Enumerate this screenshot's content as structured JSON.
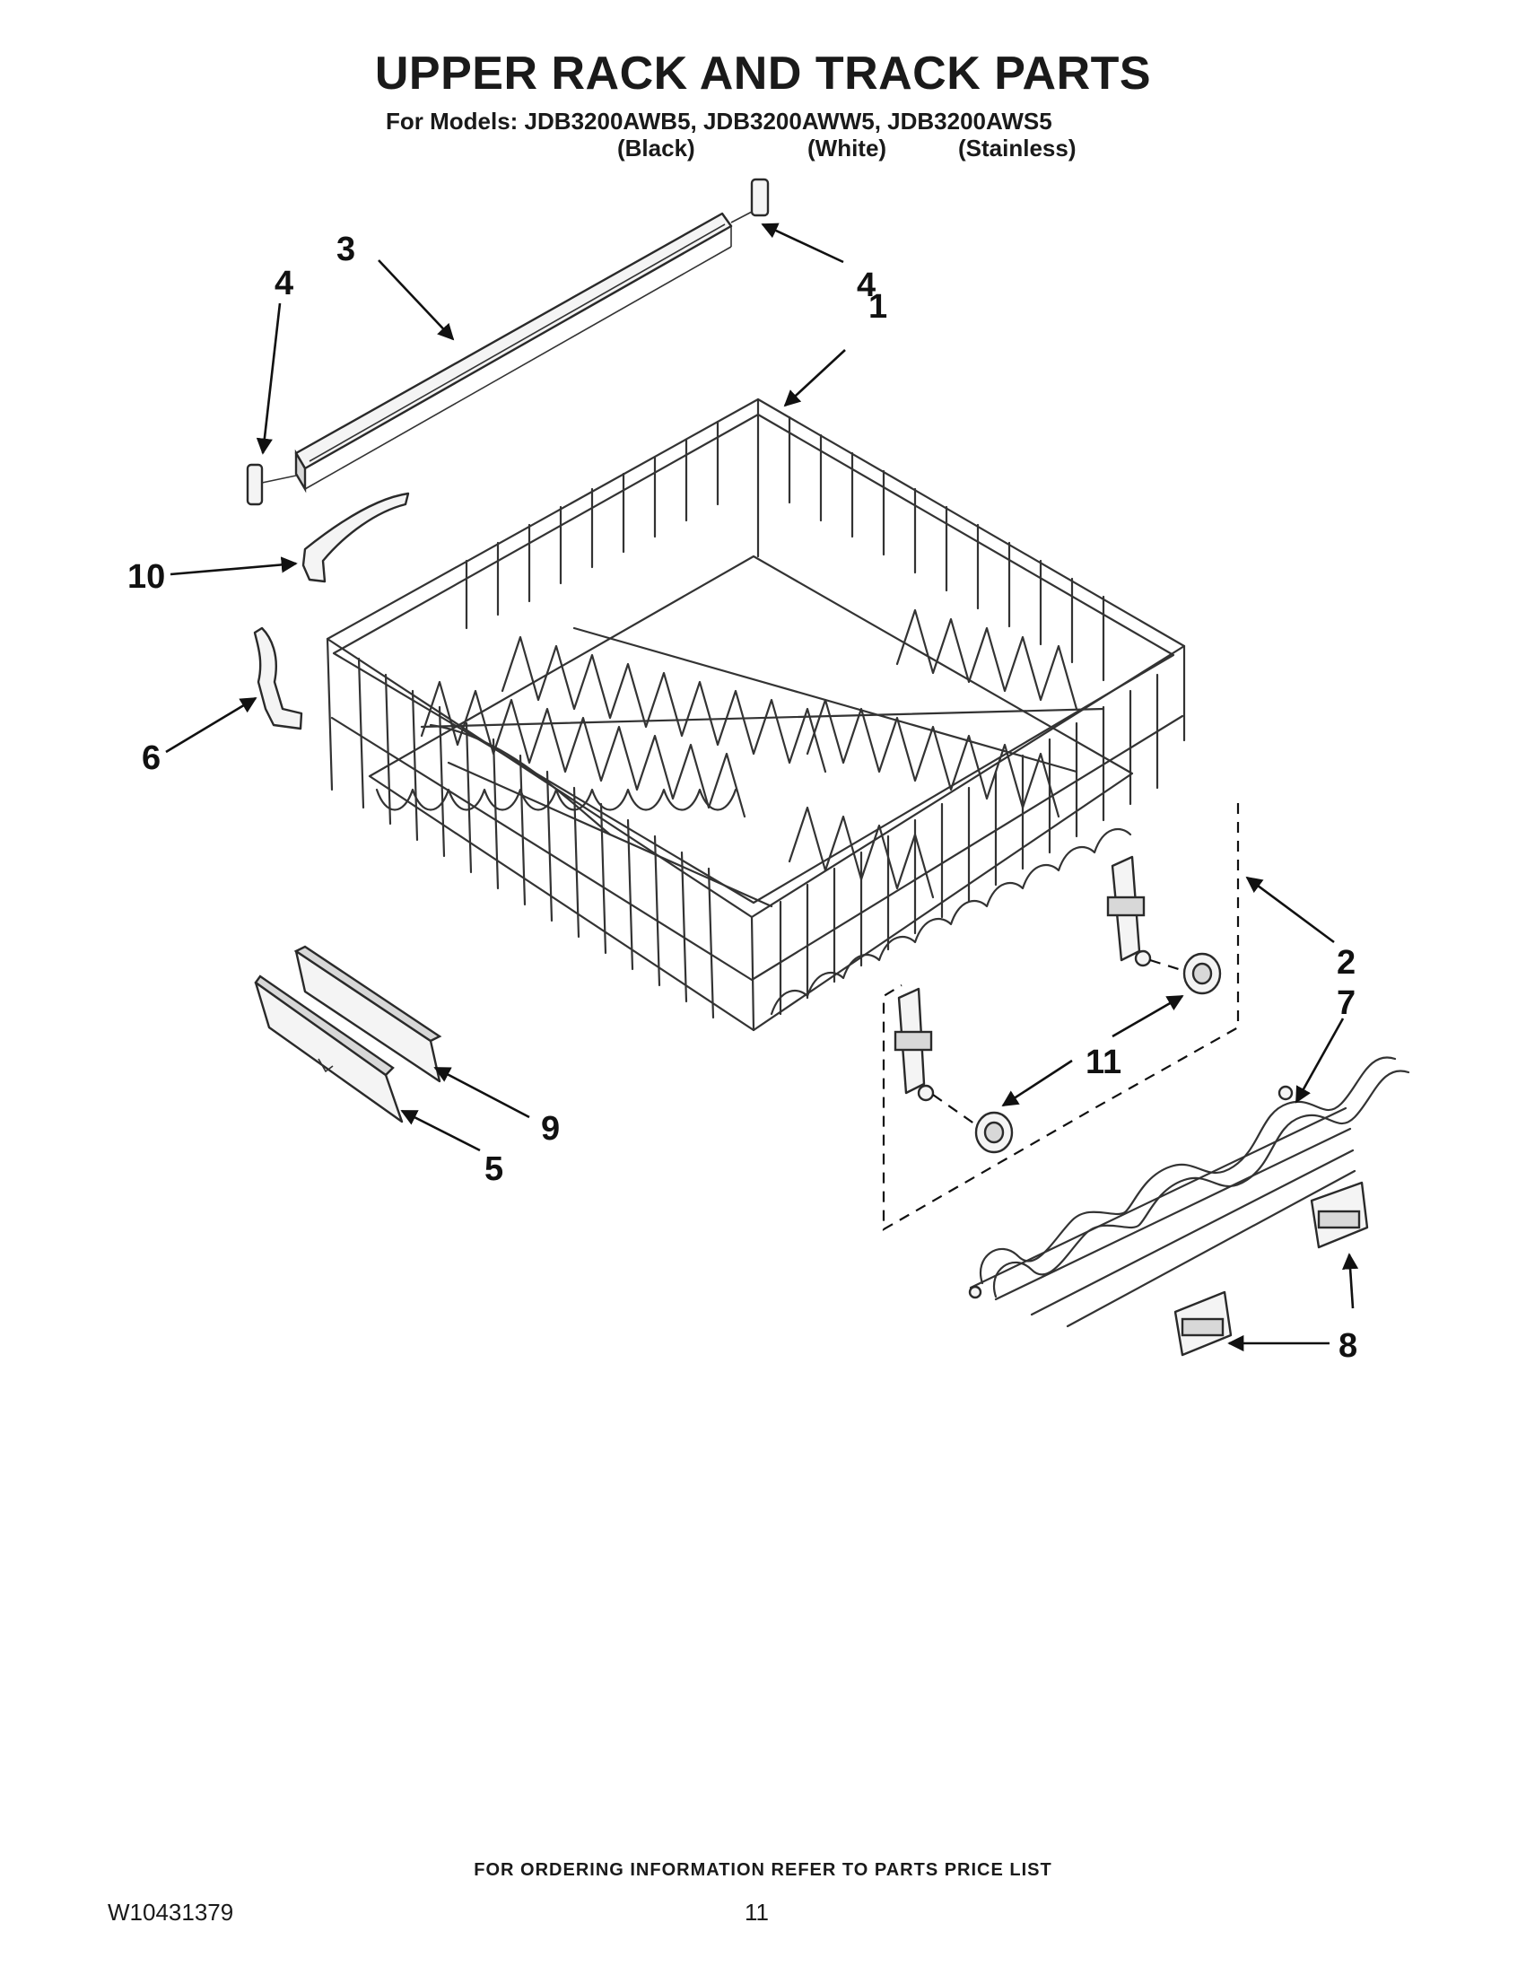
{
  "header": {
    "title": "UPPER RACK AND TRACK PARTS",
    "models_line": "For Models: JDB3200AWB5, JDB3200AWW5, JDB3200AWS5",
    "colors": [
      "(Black)",
      "(White)",
      "(Stainless)"
    ]
  },
  "diagram": {
    "callouts": [
      "1",
      "2",
      "3",
      "4",
      "4",
      "5",
      "6",
      "7",
      "8",
      "9",
      "10",
      "11"
    ]
  },
  "footer": {
    "ordering_note": "FOR ORDERING INFORMATION REFER TO PARTS PRICE LIST",
    "doc_id": "W10431379",
    "page_number": "11"
  }
}
